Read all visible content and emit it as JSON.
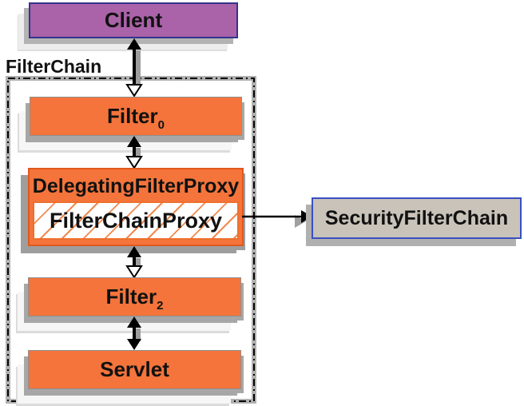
{
  "nodes": {
    "client": {
      "label": "Client"
    },
    "filter_chain": {
      "label": "FilterChain"
    },
    "filter0": {
      "label": "Filter",
      "subscript": "0"
    },
    "delegating_filter_proxy": {
      "label": "DelegatingFilterProxy"
    },
    "filter_chain_proxy": {
      "label": "FilterChainProxy"
    },
    "filter2": {
      "label": "Filter",
      "subscript": "2"
    },
    "servlet": {
      "label": "Servlet"
    },
    "security_filter_chain": {
      "label": "SecurityFilterChain"
    }
  },
  "colors": {
    "box_orange": "#f4743b",
    "orange_border": "#e0581c",
    "hatch_orange": "#f08a50",
    "client_purple": "#aa62a8",
    "client_border": "#33338c",
    "security_tan": "#c9c3b9",
    "security_border": "#3a4fc0",
    "gray_border": "#8f8f8f",
    "shadow_gray": "#a7a7a7",
    "halo_gray": "#a8a8a8",
    "arrow_black": "#000000",
    "text_black": "#111111"
  }
}
